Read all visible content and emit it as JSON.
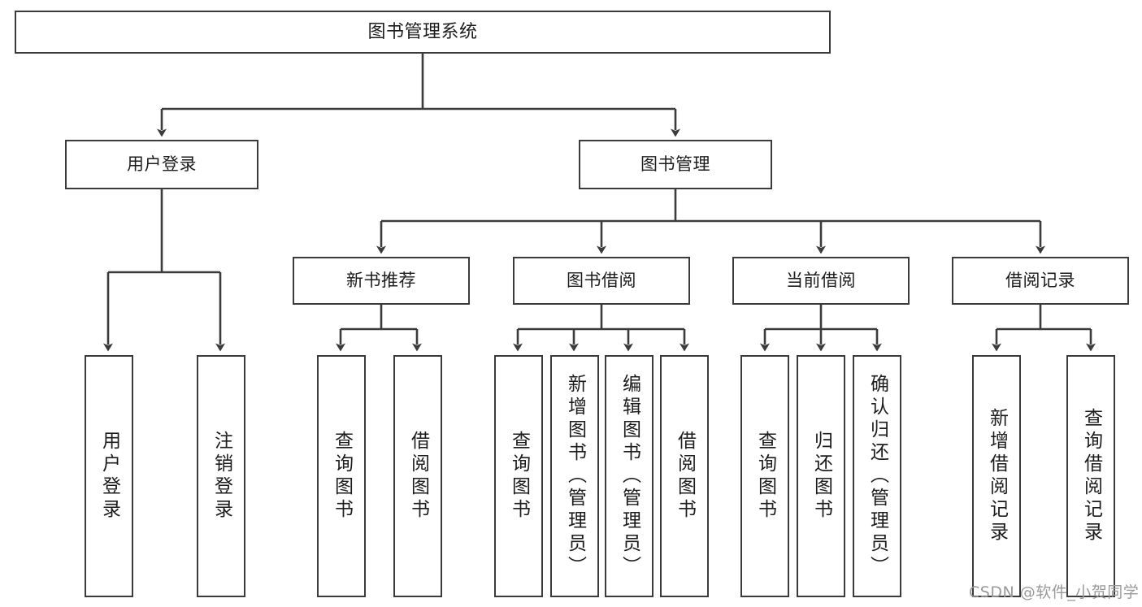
{
  "diagram": {
    "title": "图书管理系统",
    "type": "tree",
    "colors": {
      "background": "#ffffff",
      "box_border": "#3b3b3b",
      "box_fill": "#ffffff",
      "connector": "#3b3b3b",
      "text": "#1c1c1c",
      "watermark": "#9a9a9a"
    }
  },
  "nodes": {
    "root": {
      "label": "图书管理系统"
    },
    "level1": [
      {
        "label": "用户登录"
      },
      {
        "label": "图书管理"
      }
    ],
    "user_login_children": [
      {
        "label": "用户登录"
      },
      {
        "label": "注销登录"
      }
    ],
    "book_mgmt_groups": [
      {
        "label": "新书推荐"
      },
      {
        "label": "图书借阅"
      },
      {
        "label": "当前借阅"
      },
      {
        "label": "借阅记录"
      }
    ],
    "new_book_children": [
      {
        "label": "查询图书"
      },
      {
        "label": "借阅图书"
      }
    ],
    "borrow_children": [
      {
        "label": "查询图书"
      },
      {
        "label": "新增图书（管理员）"
      },
      {
        "label": "编辑图书（管理员）"
      },
      {
        "label": "借阅图书"
      }
    ],
    "current_borrow_children": [
      {
        "label": "查询图书"
      },
      {
        "label": "归还图书"
      },
      {
        "label": "确认归还（管理员）"
      }
    ],
    "record_children": [
      {
        "label": "新增借阅记录"
      },
      {
        "label": "查询借阅记录"
      }
    ]
  },
  "watermark": {
    "text": "CSDN @软件_小贺同学"
  }
}
